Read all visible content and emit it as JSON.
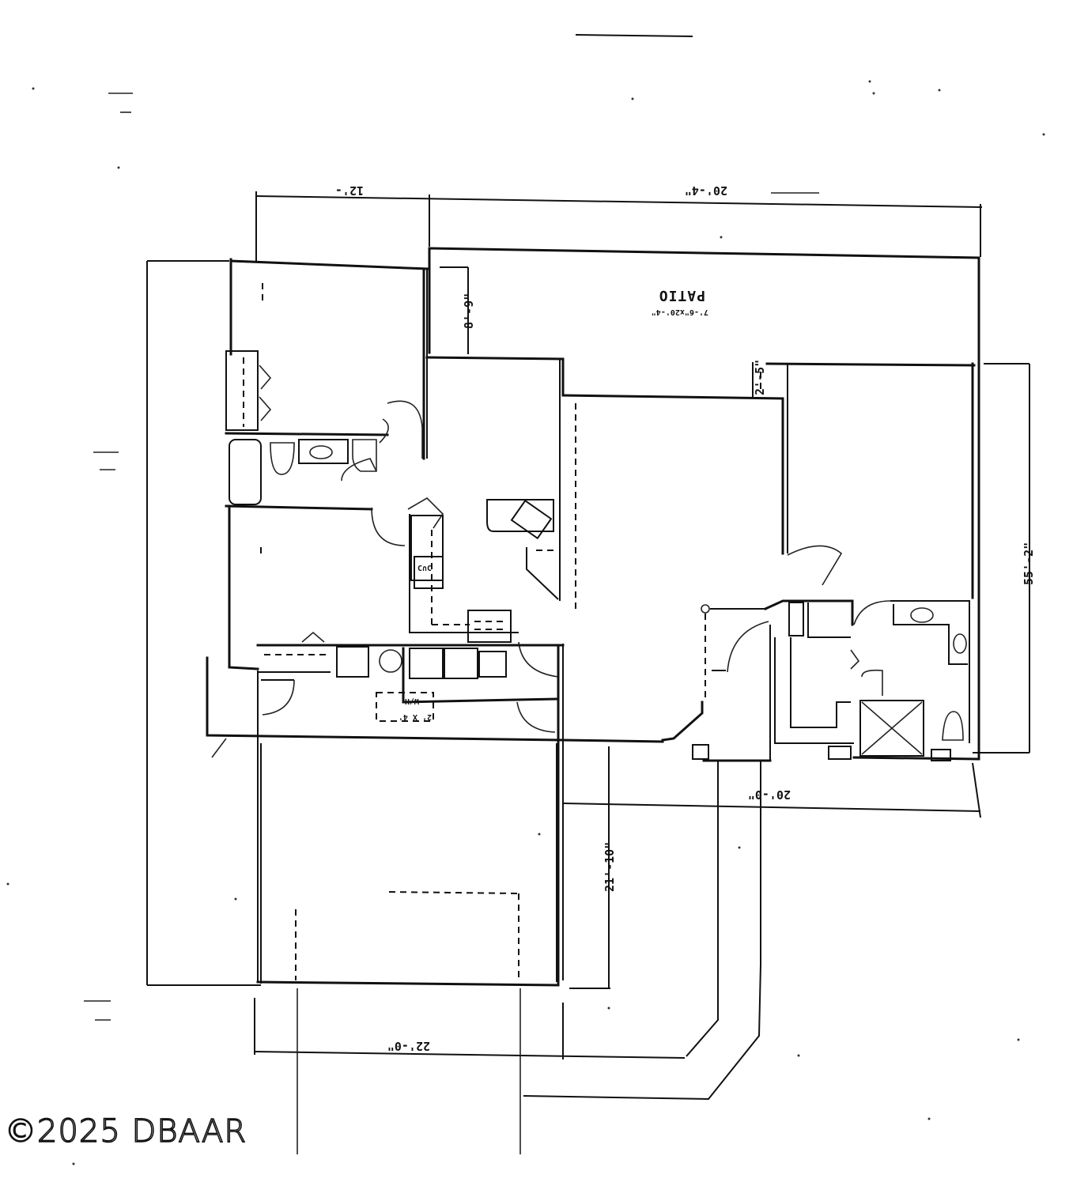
{
  "plan": {
    "orientation": "rotated-180",
    "dimensions": {
      "top_left_width": "12'-",
      "top_right_width": "20'-4\"",
      "patio_depth": "8'-9\"",
      "patio_notch": "2'-5\"",
      "right_depth": "55'-2\"",
      "lower_right_width": "20'-0\"",
      "garage_depth": "21'-10\"",
      "garage_width": "22'-0\""
    },
    "rooms": {
      "patio": {
        "label": "PATIO",
        "size": "7'-6\"x20'-4\""
      }
    },
    "fixtures": {
      "water_heater": {
        "label": "W/H",
        "size": "2' X 4'"
      }
    }
  },
  "watermark": "©2025 DBAAR"
}
